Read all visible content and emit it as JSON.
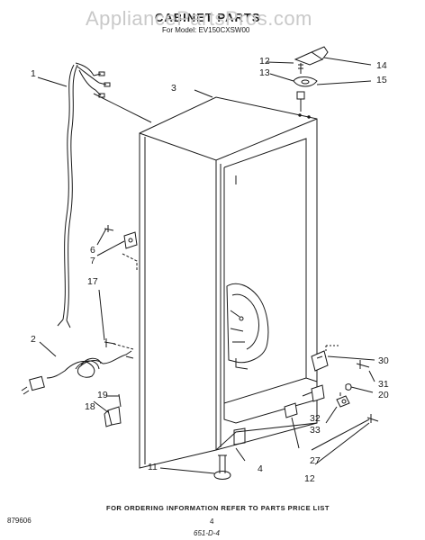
{
  "watermark": "AppliancePartsPros.com",
  "title": "CABINET PARTS",
  "subtitle": "For Model: EV150CXSW00",
  "callouts": {
    "c1": "1",
    "c2": "2",
    "c3": "3",
    "c4": "4",
    "c6": "6",
    "c7": "7",
    "c11": "11",
    "c12a": "12",
    "c12b": "12",
    "c13": "13",
    "c14": "14",
    "c15": "15",
    "c17": "17",
    "c18": "18",
    "c19": "19",
    "c20": "20",
    "c27": "27",
    "c30": "30",
    "c31": "31",
    "c32": "32",
    "c33": "33"
  },
  "footer": "FOR ORDERING INFORMATION REFER TO PARTS PRICE LIST",
  "part_number": "879606",
  "page_number": "4",
  "handwritten": "651-D-4"
}
